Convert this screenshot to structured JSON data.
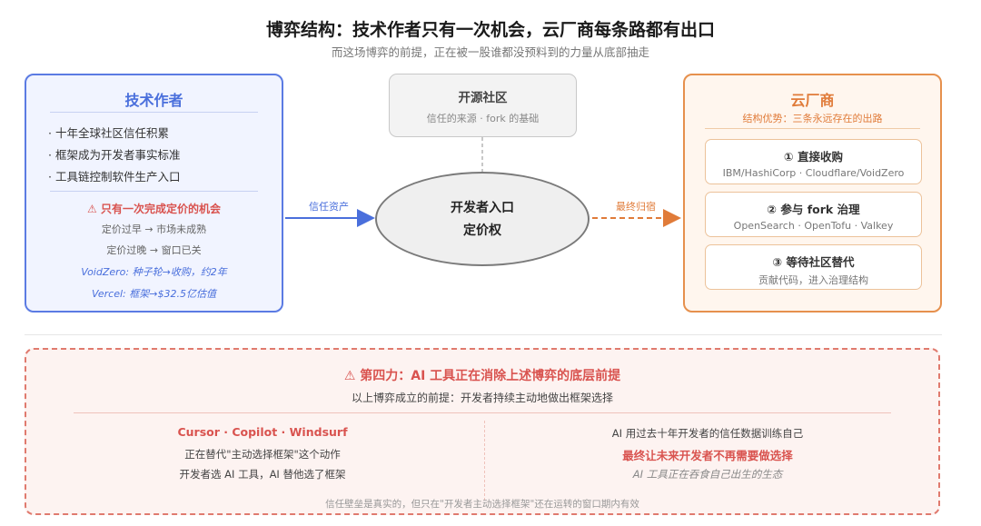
{
  "header": {
    "title": "博弈结构：技术作者只有一次机会，云厂商每条路都有出口",
    "subtitle": "而这场博弈的前提，正在被一股谁都没预料到的力量从底部抽走"
  },
  "author": {
    "title": "技术作者",
    "bullets": [
      "· 十年全球社区信任积累",
      "· 框架成为开发者事实标准",
      "· 工具链控制软件生产入口"
    ],
    "warning": "⚠ 只有一次完成定价的机会",
    "lines": [
      "定价过早 → 市场未成熟",
      "定价过晚 → 窗口已关"
    ],
    "examples": [
      "VoidZero: 种子轮→收购，约2年",
      "Vercel: 框架→$32.5亿估值"
    ]
  },
  "community": {
    "title": "开源社区",
    "subtitle": "信任的来源 · fork 的基础"
  },
  "center": {
    "line1": "开发者入口",
    "line2": "定价权"
  },
  "arrows": {
    "left_label": "信任资产",
    "right_label": "最终归宿"
  },
  "cloud": {
    "title": "云厂商",
    "subtitle": "结构优势：三条永远存在的出路",
    "options": [
      {
        "title": "① 直接收购",
        "detail": "IBM/HashiCorp · Cloudflare/VoidZero"
      },
      {
        "title": "② 参与 fork 治理",
        "detail": "OpenSearch · OpenTofu · Valkey"
      },
      {
        "title": "③ 等待社区替代",
        "detail": "贡献代码，进入治理结构"
      }
    ]
  },
  "fourth": {
    "title": "⚠ 第四力：AI 工具正在消除上述博弈的底层前提",
    "subtitle": "以上博弈成立的前提：开发者持续主动地做出框架选择",
    "left": {
      "title": "Cursor · Copilot · Windsurf",
      "line1": "正在替代\"主动选择框架\"这个动作",
      "line2": "开发者选 AI 工具，AI 替他选了框架"
    },
    "right": {
      "line1": "AI 用过去十年开发者的信任数据训练自己",
      "bold": "最终让未来开发者不再需要做选择",
      "italic": "AI 工具正在吞食自己出生的生态"
    },
    "footer": "信任壁垒是真实的，但只在\"开发者主动选择框架\"还在运转的窗口期内有效"
  },
  "colors": {
    "author": "#5b7be3",
    "cloud": "#e6904d",
    "warning": "#d9534f"
  }
}
